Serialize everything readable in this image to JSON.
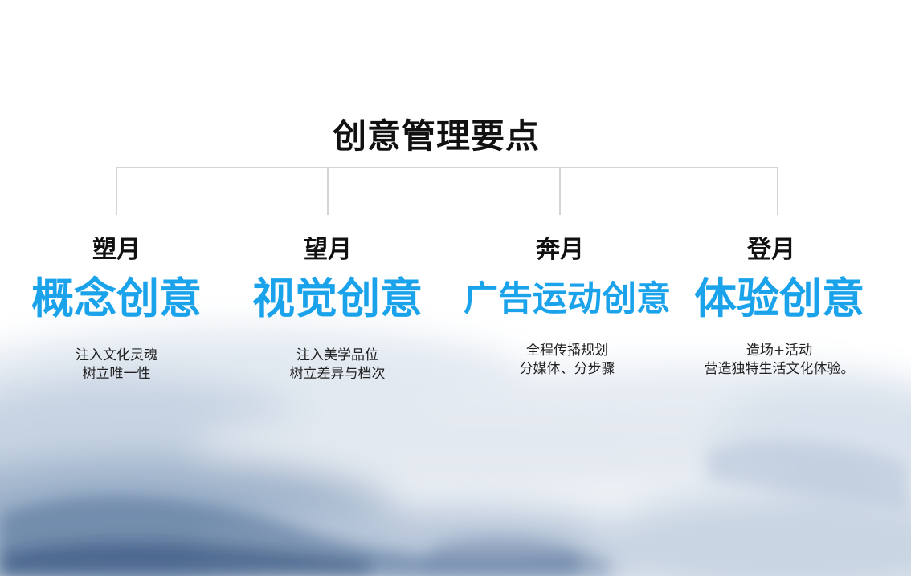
{
  "title": "创意管理要点",
  "colors": {
    "accent": "#1aa3ea",
    "text": "#111111",
    "connector": "#b9b9b9"
  },
  "items": [
    {
      "month": "塑月",
      "headline": "概念创意",
      "lines": [
        "注入文化灵魂",
        "树立唯一性"
      ]
    },
    {
      "month": "望月",
      "headline": "视觉创意",
      "lines": [
        "注入美学品位",
        "树立差异与档次"
      ]
    },
    {
      "month": "奔月",
      "headline": "广告运动创意",
      "lines": [
        "全程传播规划",
        "分媒体、分步骤"
      ]
    },
    {
      "month": "登月",
      "headline": "体验创意",
      "lines": [
        "造场+活动",
        "营造独特生活文化体验。"
      ]
    }
  ]
}
